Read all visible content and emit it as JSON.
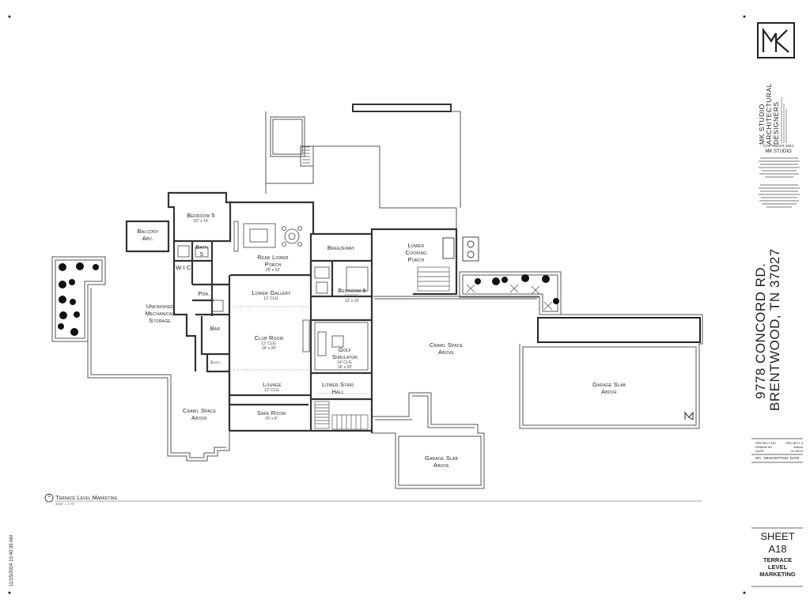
{
  "drawing": {
    "rooms": [
      {
        "id": "bedroom5",
        "name": "Bedroom 5",
        "dim": "15'' x 14'"
      },
      {
        "id": "balcony",
        "name": "Balcony",
        "dim": "Abv."
      },
      {
        "id": "bath5",
        "name": "Bath",
        "dim": "5"
      },
      {
        "id": "wic",
        "name": "W.I.C.",
        "dim": ""
      },
      {
        "id": "rearporch",
        "name": "Rear Lower",
        "dim": "Porch"
      },
      {
        "id": "rearporch_dim",
        "name": "",
        "dim": "25' x 22'"
      },
      {
        "id": "breezeway",
        "name": "Breezeway",
        "dim": ""
      },
      {
        "id": "lowercooking",
        "name": "Lower",
        "dim": "Cooking"
      },
      {
        "id": "lowercooking2",
        "name": "Porch",
        "dim": ""
      },
      {
        "id": "unfinished",
        "name": "Unfinished",
        "dim": "Mechanical"
      },
      {
        "id": "storage",
        "name": "Storage",
        "dim": ""
      },
      {
        "id": "pdr",
        "name": "Pdr.",
        "dim": ""
      },
      {
        "id": "lowergallery",
        "name": "Lower Gallery",
        "dim": "12' CLG."
      },
      {
        "id": "bedroom6",
        "name": "Bedroom 6",
        "dim": "12' CLG."
      },
      {
        "id": "bedroom6_dim",
        "name": "",
        "dim": "12' x 15'"
      },
      {
        "id": "bar",
        "name": "Bar",
        "dim": ""
      },
      {
        "id": "clubroom",
        "name": "Club Room",
        "dim": "12' CLG."
      },
      {
        "id": "clubroom_dim",
        "name": "",
        "dim": "26' x 20'"
      },
      {
        "id": "golf",
        "name": "Golf",
        "dim": "Simulator"
      },
      {
        "id": "golf_clg",
        "name": "",
        "dim": "14' CLG."
      },
      {
        "id": "golf_dim",
        "name": "",
        "dim": "16' x 20'"
      },
      {
        "id": "crawl1",
        "name": "Crawl Space",
        "dim": "Above"
      },
      {
        "id": "garage1",
        "name": "Garage Slab",
        "dim": "Above"
      },
      {
        "id": "lounge",
        "name": "Lounge",
        "dim": "12' CLG."
      },
      {
        "id": "lowerstair",
        "name": "Lower Stair",
        "dim": "Hall"
      },
      {
        "id": "crawl2",
        "name": "Crawl Space",
        "dim": "Above"
      },
      {
        "id": "saferoom",
        "name": "Safe Room",
        "dim": "20' x 8'"
      },
      {
        "id": "garage2",
        "name": "Garage Slab",
        "dim": "Above"
      },
      {
        "id": "elev",
        "name": "Elev.",
        "dim": ""
      }
    ],
    "caption_number": "1",
    "caption": "Terrace Level Marketing",
    "caption_scale": "3/16\" = 1'-0\"",
    "timestamp": "11/15/2024 10:40:39 AM"
  },
  "title_block": {
    "logo": "MK",
    "firm_line1": "MK STUDIO",
    "firm_line2": "ARCHITECTURAL",
    "firm_line3": "DESIGNERS",
    "copyright_label": "COPYRIGHT 2024",
    "copyright_name": "MK STUDIO",
    "address_line1": "9778 CONCORD RD.",
    "address_line2": "BRENTWOOD, TN 37027",
    "project_rows": [
      {
        "label": "PROJECT NO.",
        "value": "PROJECT #"
      },
      {
        "label": "DRAWN BY",
        "value": "Author"
      },
      {
        "label": "DATE",
        "value": "11/15/24"
      }
    ],
    "revision_header": "NO.  DESCRIPTION  DATE",
    "sheet_label": "SHEET",
    "sheet_number": "A18",
    "sheet_title_line1": "TERRACE",
    "sheet_title_line2": "LEVEL",
    "sheet_title_line3": "MARKETING"
  }
}
